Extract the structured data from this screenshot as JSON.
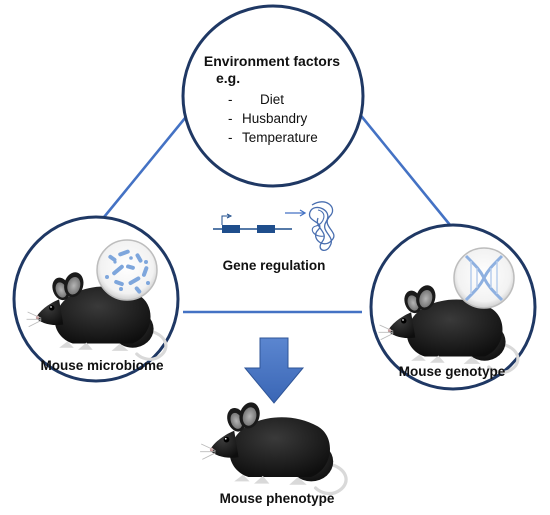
{
  "environment": {
    "title": "Environment factors",
    "eg": "e.g.",
    "items": [
      {
        "bullet": "-",
        "label": "Diet"
      },
      {
        "bullet": "-",
        "label": "Husbandry"
      },
      {
        "bullet": "-",
        "label": "Temperature"
      }
    ]
  },
  "gene_regulation": {
    "label": "Gene regulation"
  },
  "microbiome": {
    "label": "Mouse microbiome"
  },
  "genotype": {
    "label": "Mouse genotype"
  },
  "phenotype": {
    "label": "Mouse phenotype"
  },
  "colors": {
    "circle_stroke": "#1f3864",
    "triangle_line": "#4472c4",
    "arrow_fill": "#4472c4",
    "mouse_body": "#1c1c1c",
    "mouse_ear": "#8a8a8a",
    "icon_blue": "#7ea6dc",
    "dna_blue": "#8eb0e0",
    "gene_box": "#1f4e8c"
  },
  "icons": [
    "mouse-icon",
    "bacteria-icon",
    "dna-icon",
    "gene-regulation-icon",
    "down-arrow-icon"
  ]
}
